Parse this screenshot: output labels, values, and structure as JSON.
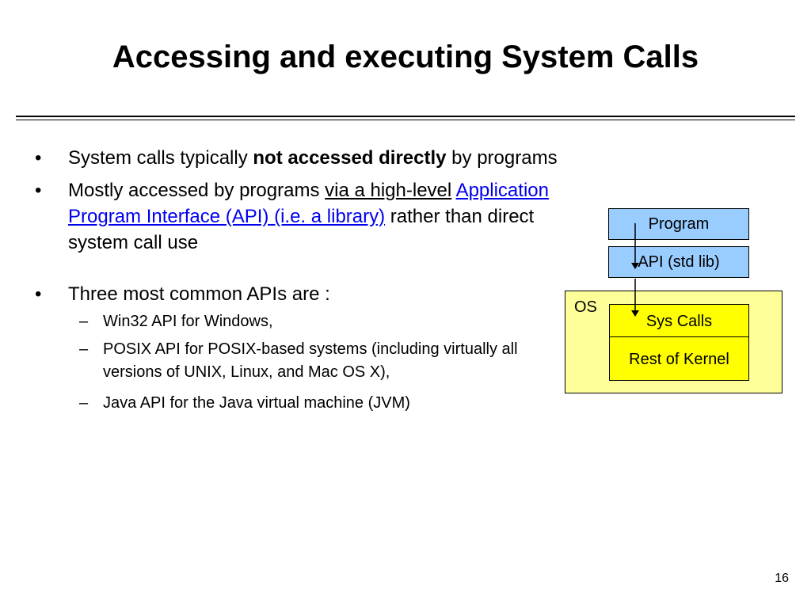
{
  "slide": {
    "title": "Accessing and executing System Calls",
    "page_number": "16"
  },
  "bullets": {
    "b1": {
      "marker": "•",
      "pre": "System calls typically ",
      "bold": "not accessed directly",
      "post": " by programs"
    },
    "b2": {
      "marker": "•",
      "pre": "Mostly accessed by programs ",
      "underlined": "via a high-level",
      "space": " ",
      "link": "Application Program Interface (API) (i.e. a library)",
      "post": " rather than direct system call use"
    },
    "b3": {
      "marker": "•",
      "text": "Three most common APIs are :"
    },
    "subs": [
      {
        "marker": "–",
        "text": "Win32 API for Windows,"
      },
      {
        "marker": "–",
        "text": "POSIX API for POSIX-based systems (including virtually all versions of UNIX, Linux, and Mac OS X),"
      },
      {
        "marker": "–",
        "text": "Java API for the Java virtual machine (JVM)"
      }
    ]
  },
  "diagram": {
    "program": "Program",
    "api": "API (std lib)",
    "os": "OS",
    "syscalls": "Sys Calls",
    "rest_of_kernel": "Rest of Kernel"
  },
  "colors": {
    "user_box": "#99ccff",
    "os_area": "#ffff99",
    "kernel_box": "#ffff00",
    "link": "#0000ee"
  }
}
